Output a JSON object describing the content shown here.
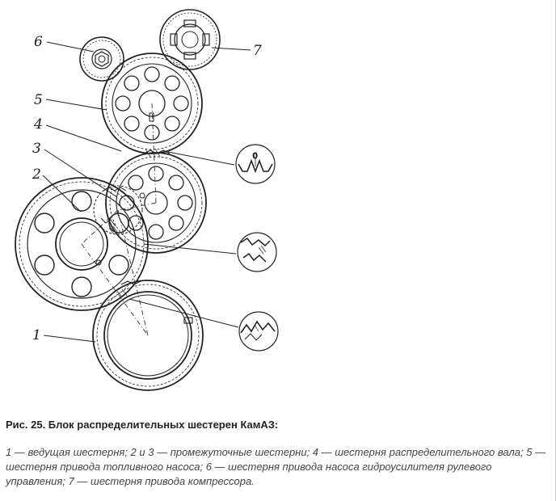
{
  "figure": {
    "gear_labels": {
      "g1": "1",
      "g2": "2",
      "g3": "3",
      "g4": "4",
      "g5": "5",
      "g6": "6",
      "g7": "7"
    },
    "mark_label": "0"
  },
  "caption": {
    "title": "Рис. 25. Блок распределительных шестерен КамАЗ:",
    "legend": "1 — ведущая шестерня; 2 и 3 — промежуточные шестерни; 4 — шестерня распределительного вала; 5 — шестерня привода топливного насоса; 6 — шестерня привода насоса гидроусилителя рулевого управления; 7 — шестерня привода компрессора."
  }
}
